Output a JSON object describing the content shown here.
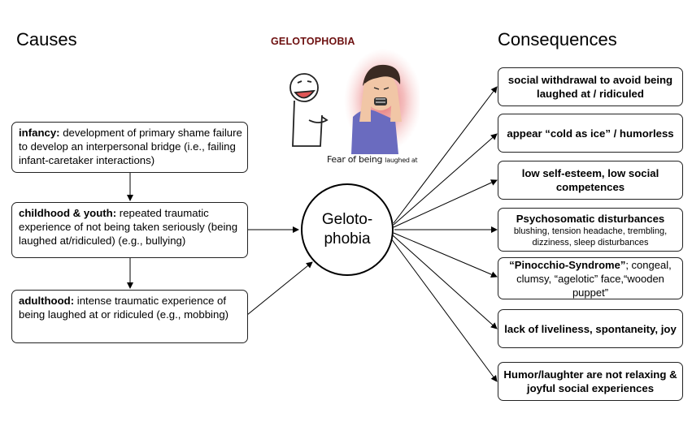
{
  "headings": {
    "causes": "Causes",
    "consequences": "Consequences"
  },
  "illustration": {
    "title": "GELOTOPHOBIA",
    "caption_main": "Fear of being",
    "caption_small": "laughed at"
  },
  "center": {
    "line1": "Geloto-",
    "line2": "phobia"
  },
  "causes": [
    {
      "bold": "infancy:",
      "text": " development of primary shame failure to develop an interpersonal bridge (i.e., failing infant-caretaker interactions)"
    },
    {
      "bold": "childhood & youth:",
      "text": " repeated traumatic experience of not being taken seriously (being laughed at/ridiculed) (e.g., bullying)"
    },
    {
      "bold": "adulthood:",
      "text": " intense traumatic experience of being laughed at or ridiculed (e.g., mobbing)"
    }
  ],
  "consequences": [
    {
      "main": "social withdrawal to avoid being laughed at / ridiculed"
    },
    {
      "main": "appear “cold as ice”  / humorless"
    },
    {
      "main": "low self-esteem, low social competences"
    },
    {
      "main": "Psychosomatic disturbances",
      "sub": "blushing, tension headache, trembling, dizziness, sleep disturbances"
    },
    {
      "main": "“Pinocchio-Syndrome”",
      "rest": "; congeal, clumsy, “agelotic” face,“wooden puppet”"
    },
    {
      "main": "lack of liveliness, spontaneity, joy"
    },
    {
      "main": "Humor/laughter are not relaxing & joyful social experiences"
    }
  ]
}
